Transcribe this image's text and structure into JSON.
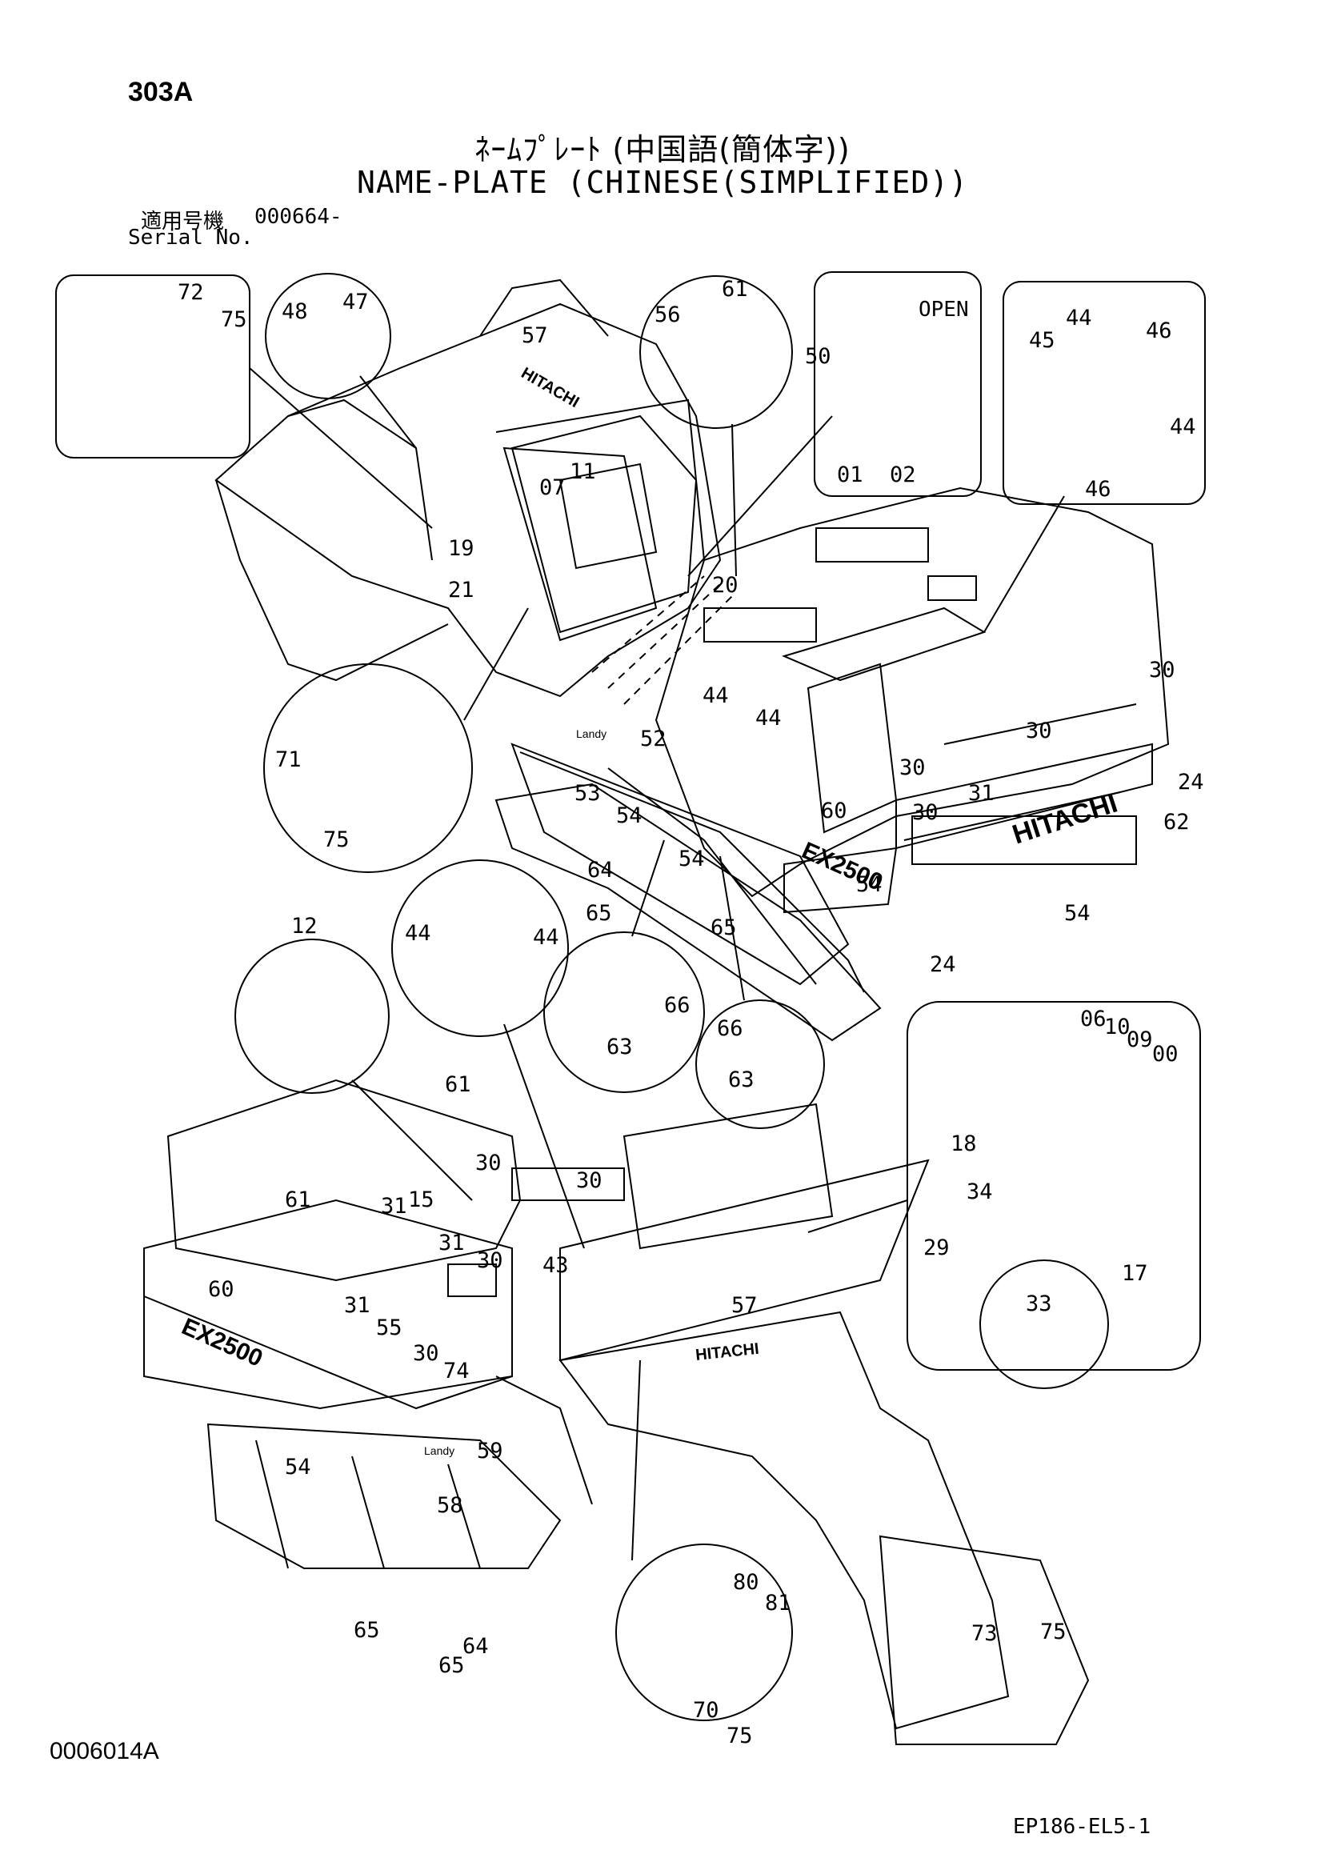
{
  "header": {
    "page_number": "303A",
    "title_japanese": "ﾈｰﾑﾌﾟﾚｰﾄ (中国語(簡体字))",
    "title_english": "NAME-PLATE (CHINESE(SIMPLIFIED))",
    "serial_label_japanese": "適用号機",
    "serial_value": "000664-",
    "serial_label_english": "Serial No."
  },
  "footer": {
    "drawing_id": "0006014A",
    "reference_code": "EP186-EL5-1"
  },
  "drawing": {
    "callouts_top": [
      "72",
      "75",
      "48",
      "47",
      "57",
      "11",
      "07",
      "19",
      "21",
      "20",
      "61",
      "56",
      "50",
      "01",
      "02",
      "45",
      "44",
      "46",
      "44",
      "46",
      "30",
      "30",
      "30",
      "30",
      "24",
      "31",
      "62",
      "54",
      "24",
      "60",
      "52",
      "53",
      "54",
      "54",
      "44",
      "44",
      "64",
      "65",
      "65",
      "54",
      "71",
      "75",
      "12",
      "44",
      "44",
      "66",
      "63",
      "66",
      "63"
    ],
    "callouts_bottom": [
      "61",
      "61",
      "30",
      "30",
      "31",
      "15",
      "31",
      "30",
      "43",
      "60",
      "31",
      "55",
      "30",
      "74",
      "57",
      "59",
      "58",
      "54",
      "65",
      "65",
      "64",
      "80",
      "81",
      "70",
      "75",
      "73",
      "75",
      "06",
      "10",
      "09",
      "00",
      "18",
      "34",
      "29",
      "33",
      "17"
    ],
    "panel_open_label": "OPEN",
    "machine_brand": "HITACHI",
    "machine_model": "EX2500",
    "decal_text": "Landy"
  }
}
